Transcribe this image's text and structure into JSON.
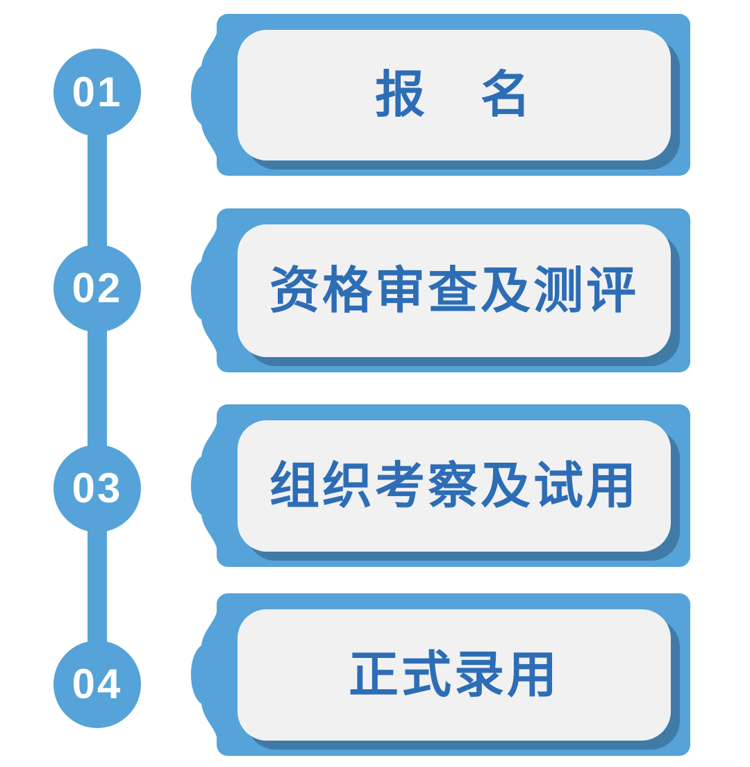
{
  "palette": {
    "primary": "#55a3d8",
    "shadow": "#3f7ba6",
    "panel": "#f1f1f2",
    "text_blue": "#2d6db5",
    "number_white": "#ffffff",
    "page_bg": "#ffffff"
  },
  "steps": [
    {
      "number": "01",
      "label": "报　名"
    },
    {
      "number": "02",
      "label": "资格审查及测评"
    },
    {
      "number": "03",
      "label": "组织考察及试用"
    },
    {
      "number": "04",
      "label": "正式录用"
    }
  ]
}
